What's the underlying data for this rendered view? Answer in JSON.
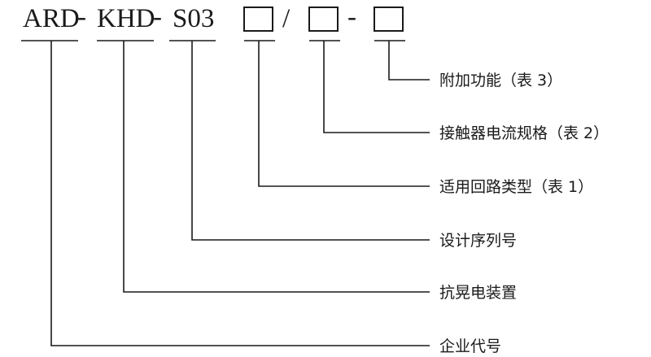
{
  "model_code": {
    "segments": [
      "ARD",
      "-",
      "KHD",
      "-",
      "S03",
      "/",
      "-"
    ]
  },
  "labels": [
    "附加功能（表 3）",
    "接触器电流规格（表 2）",
    "适用回路类型（表 1）",
    "设计序列号",
    "抗晃电装置",
    "企业代号"
  ],
  "colors": {
    "ink": "#1a1a1a",
    "background": "#ffffff"
  }
}
